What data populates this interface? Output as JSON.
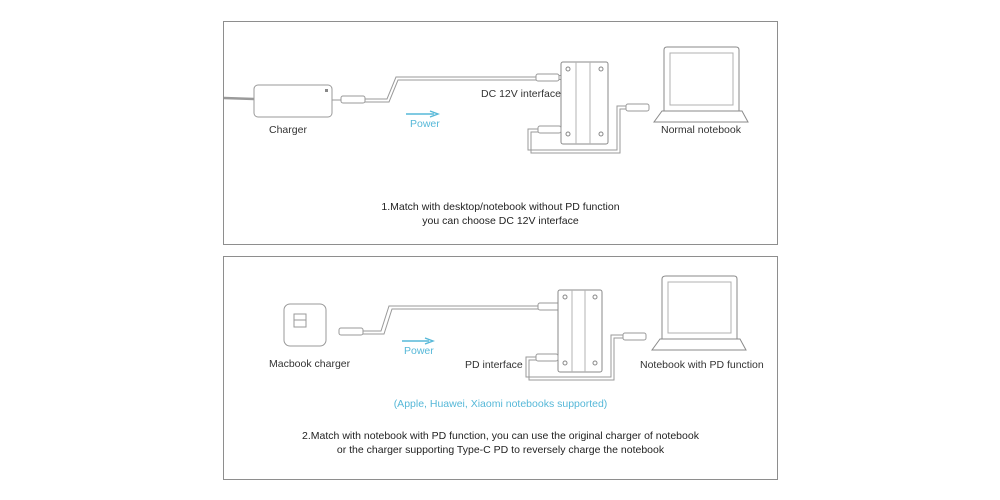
{
  "colors": {
    "frame": "#8e8e8e",
    "line": "#9a9a9a",
    "arrow": "#56b8d8",
    "text": "#333333"
  },
  "panel_top": {
    "charger_label": "Charger",
    "power_label": "Power",
    "interface_label": "DC 12V interface",
    "notebook_label": "Normal notebook",
    "caption_line1": "1.Match with desktop/notebook without PD function",
    "caption_line2": "you can choose DC 12V interface"
  },
  "panel_bottom": {
    "charger_label": "Macbook charger",
    "power_label": "Power",
    "interface_label": "PD interface",
    "notebook_label": "Notebook with PD function",
    "supported_note": "(Apple, Huawei, Xiaomi notebooks supported)",
    "caption_line1": "2.Match with notebook with PD function, you can use the original charger of notebook",
    "caption_line2": "or the charger supporting Type-C PD to reversely charge the notebook"
  }
}
